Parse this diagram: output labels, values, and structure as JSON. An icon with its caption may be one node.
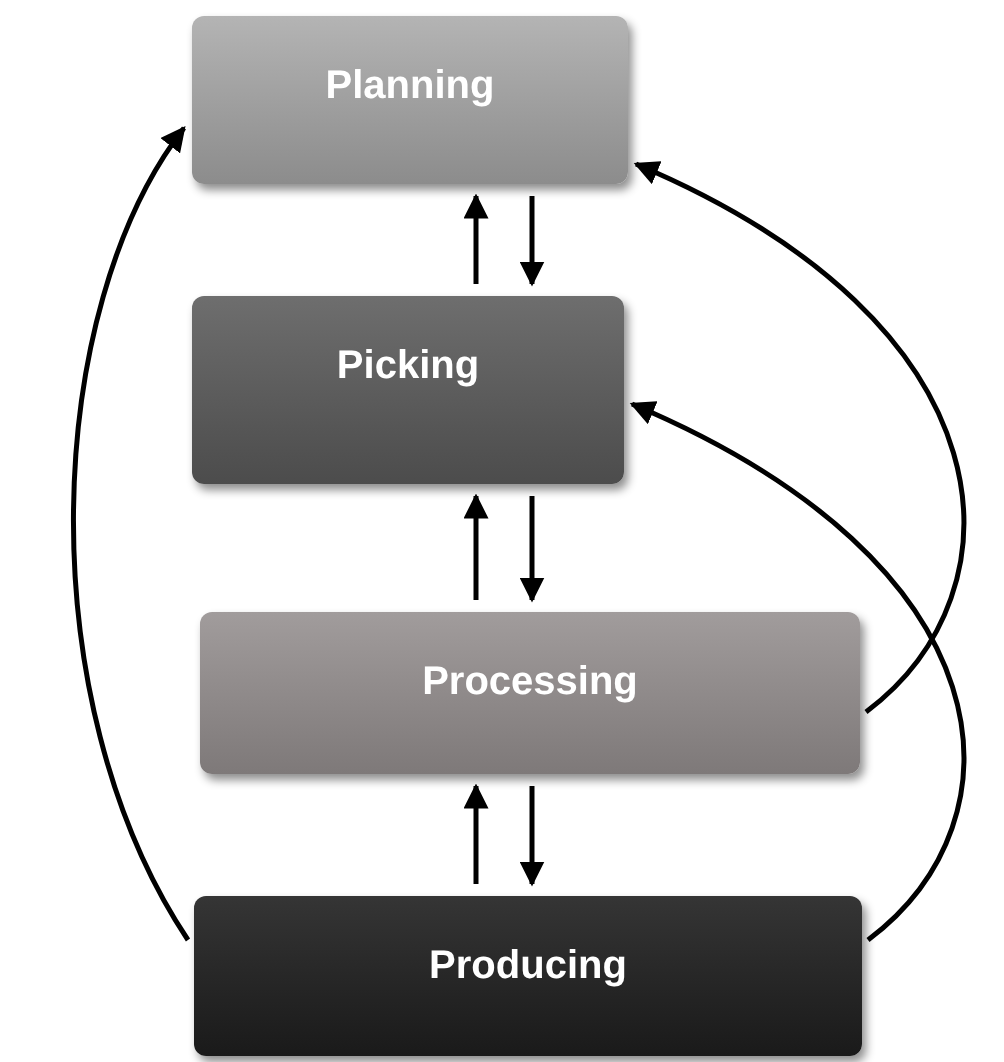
{
  "diagram": {
    "nodes": [
      {
        "text": [
          "Planning"
        ]
      },
      {
        "text": [
          "Picking"
        ]
      },
      {
        "text": [
          "Processing"
        ]
      },
      {
        "text": [
          "Producing"
        ]
      }
    ],
    "edges": [
      {
        "from": 1,
        "to": 0,
        "arrow": "to"
      },
      {
        "from": 0,
        "to": 1,
        "arrow": "to"
      },
      {
        "from": 2,
        "to": 1,
        "arrow": "to"
      },
      {
        "from": 1,
        "to": 2,
        "arrow": "to"
      },
      {
        "from": 3,
        "to": 2,
        "arrow": "to"
      },
      {
        "from": 2,
        "to": 3,
        "arrow": "to"
      },
      {
        "from": 3,
        "to": 0,
        "arrow": "to"
      },
      {
        "from": 2,
        "to": 0,
        "arrow": "to"
      },
      {
        "from": 3,
        "to": 1,
        "arrow": "to"
      }
    ]
  }
}
